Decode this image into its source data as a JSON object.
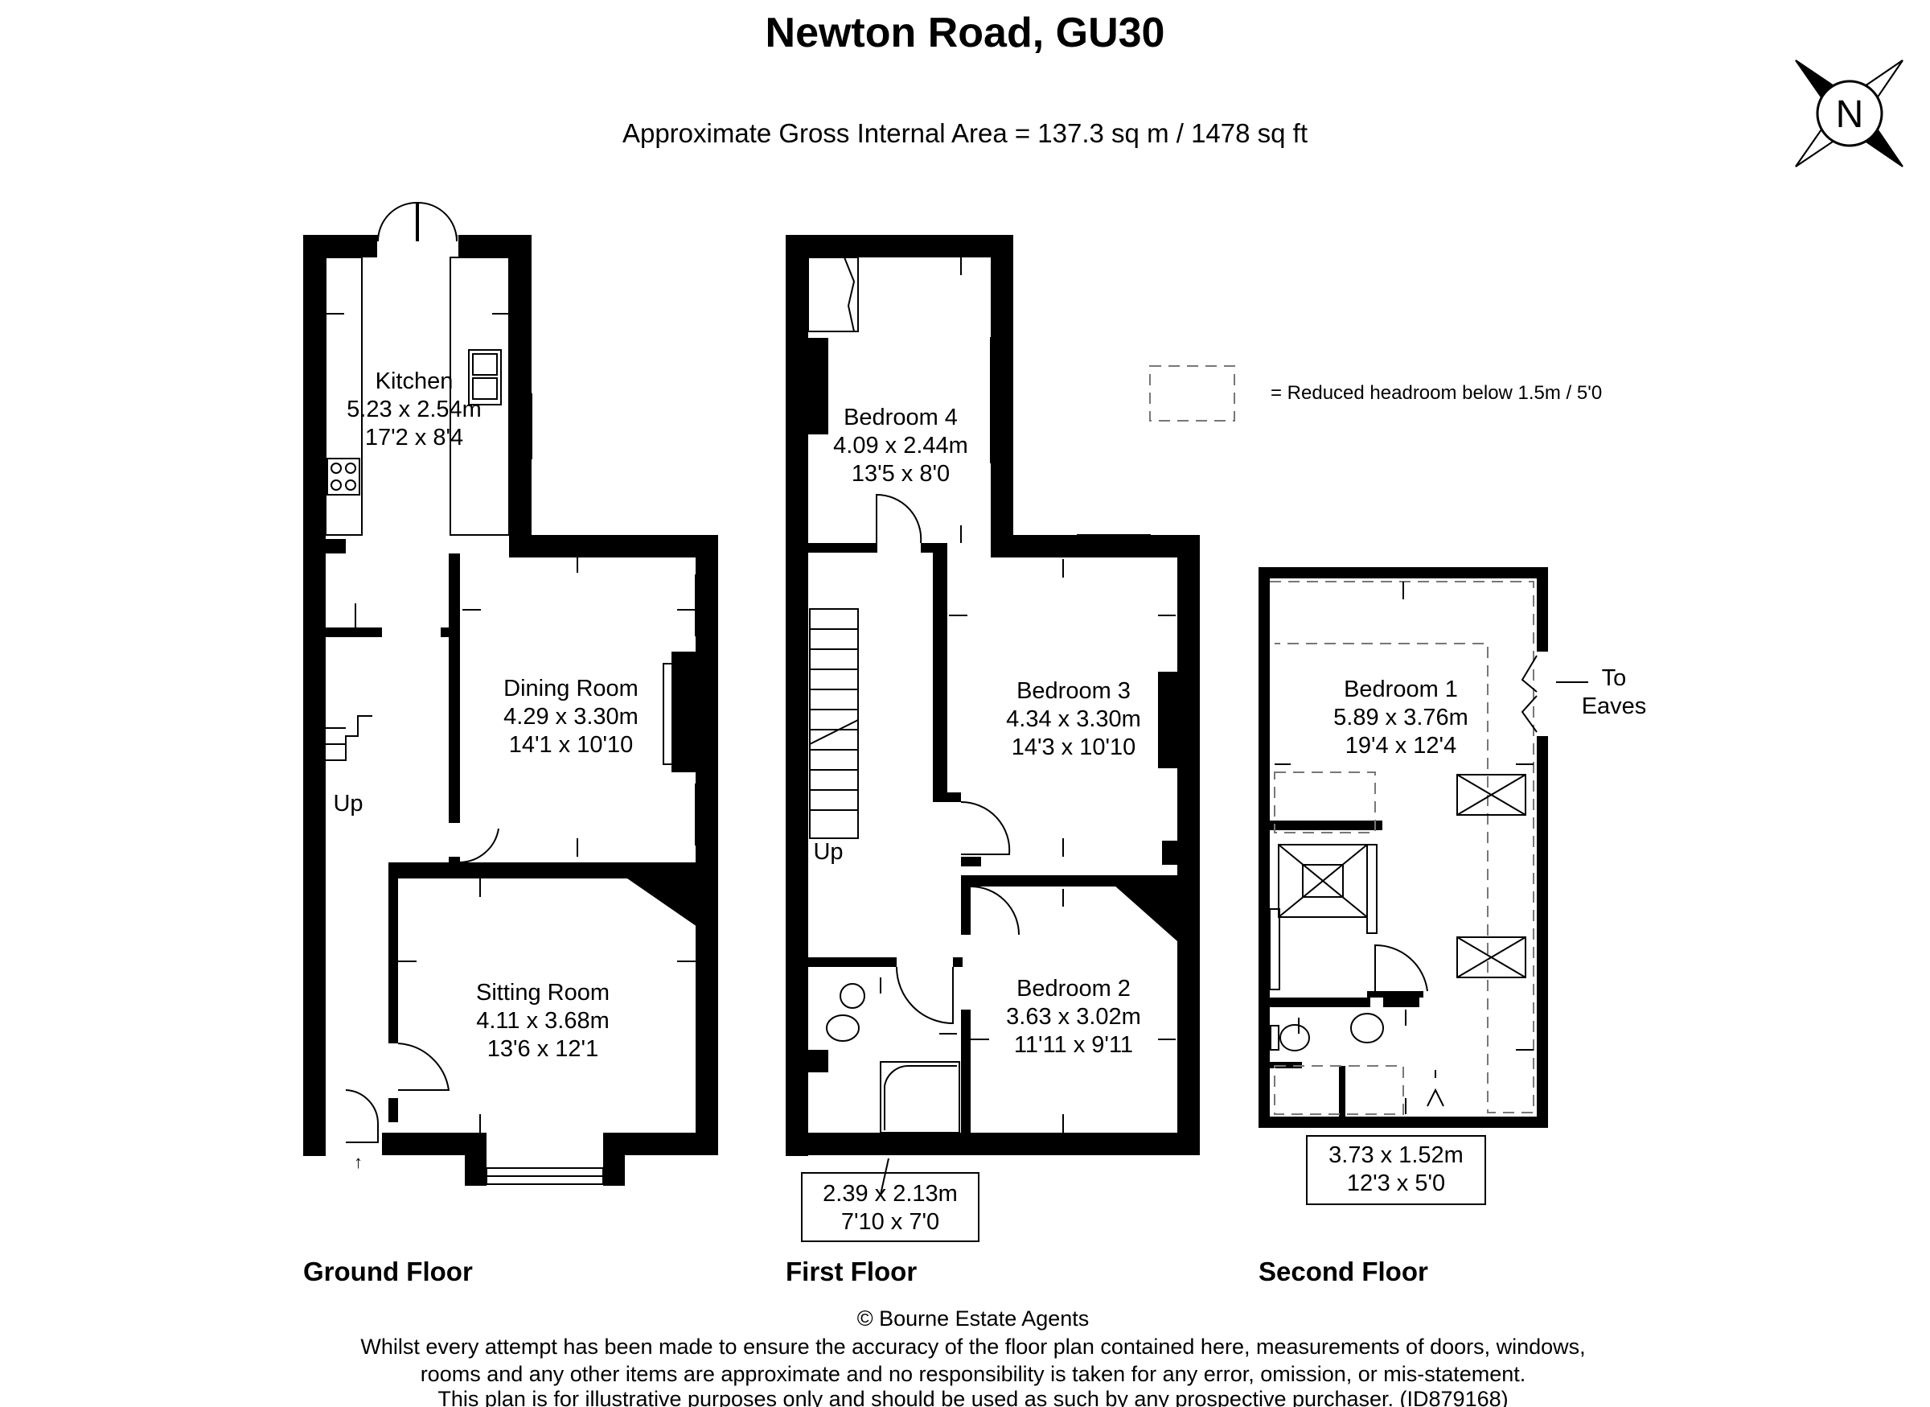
{
  "title": "Newton Road, GU30",
  "subtitle": "Approximate Gross Internal Area = 137.3 sq m / 1478 sq ft",
  "compass_label": "N",
  "legend": {
    "text": "= Reduced headroom below 1.5m / 5'0"
  },
  "floors": {
    "ground": {
      "label": "Ground Floor",
      "kitchen": {
        "name": "Kitchen",
        "metric": "5.23 x 2.54m",
        "imperial": "17'2 x 8'4"
      },
      "dining": {
        "name": "Dining Room",
        "metric": "4.29 x 3.30m",
        "imperial": "14'1 x 10'10"
      },
      "sitting": {
        "name": "Sitting Room",
        "metric": "4.11 x 3.68m",
        "imperial": "13'6 x 12'1"
      },
      "stairs": "Up"
    },
    "first": {
      "label": "First Floor",
      "bedroom4": {
        "name": "Bedroom 4",
        "metric": "4.09 x 2.44m",
        "imperial": "13'5 x 8'0"
      },
      "bedroom3": {
        "name": "Bedroom 3",
        "metric": "4.34 x 3.30m",
        "imperial": "14'3 x 10'10"
      },
      "bedroom2": {
        "name": "Bedroom 2",
        "metric": "3.63 x 3.02m",
        "imperial": "11'11 x 9'11"
      },
      "bathroom": {
        "metric": "2.39 x 2.13m",
        "imperial": "7'10 x 7'0"
      },
      "stairs": "Up"
    },
    "second": {
      "label": "Second Floor",
      "bedroom1": {
        "name": "Bedroom 1",
        "metric": "5.89 x 3.76m",
        "imperial": "19'4 x 12'4"
      },
      "ensuite": {
        "metric": "3.73 x 1.52m",
        "imperial": "12'3 x 5'0"
      },
      "eaves_line1": "To",
      "eaves_line2": "Eaves"
    }
  },
  "footer": {
    "copyright": "© Bourne Estate Agents",
    "line1": "Whilst every attempt has been made to ensure the accuracy of the floor plan contained here, measurements of doors, windows,",
    "line2": "rooms and any other items are approximate and no responsibility is taken for any error, omission, or mis-statement.",
    "line3": "This plan is for illustrative purposes only and should be used as such by any prospective purchaser. (ID879168)"
  }
}
